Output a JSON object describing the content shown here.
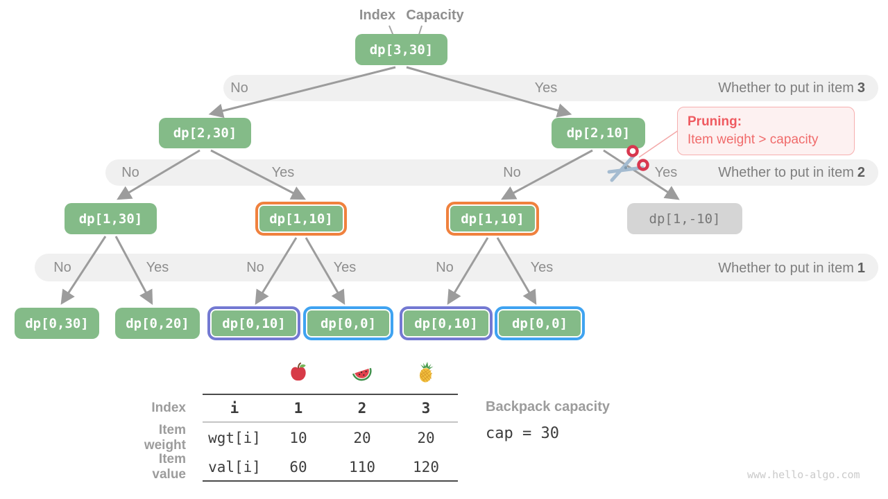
{
  "pointers": {
    "index": "Index",
    "capacity": "Capacity"
  },
  "nodes": {
    "root": "dp[3,30]",
    "n2_30": "dp[2,30]",
    "n2_10": "dp[2,10]",
    "n1_30": "dp[1,30]",
    "n1_10a": "dp[1,10]",
    "n1_10b": "dp[1,10]",
    "n1_neg10": "dp[1,-10]",
    "n0_30": "dp[0,30]",
    "n0_20": "dp[0,20]",
    "n0_10a": "dp[0,10]",
    "n0_0a": "dp[0,0]",
    "n0_10b": "dp[0,10]",
    "n0_0b": "dp[0,0]"
  },
  "bands": [
    {
      "labels": [
        "No",
        "Yes"
      ],
      "question": "Whether to put in item",
      "item": "3"
    },
    {
      "labels": [
        "No",
        "Yes",
        "No",
        "Yes"
      ],
      "question": "Whether to put in item",
      "item": "2"
    },
    {
      "labels": [
        "No",
        "Yes",
        "No",
        "Yes",
        "No",
        "Yes"
      ],
      "question": "Whether to put in item",
      "item": "1"
    }
  ],
  "pruning": {
    "title": "Pruning:",
    "body": "Item weight > capacity"
  },
  "table": {
    "row_headers": [
      "Index",
      "Item weight",
      "Item value"
    ],
    "col_icons": [
      "apple-icon",
      "watermelon-icon",
      "pineapple-icon"
    ],
    "index_row": [
      "i",
      "1",
      "2",
      "3"
    ],
    "weight_row": [
      "wgt[i]",
      "10",
      "20",
      "20"
    ],
    "value_row": [
      "val[i]",
      "60",
      "110",
      "120"
    ]
  },
  "capacity_info": {
    "label": "Backpack capacity",
    "code": "cap = 30"
  },
  "watermark": "www.hello-algo.com",
  "colors": {
    "node_green": "#84bb88",
    "node_gray": "#d5d5d5",
    "accent_orange": "#f0813e",
    "accent_purple": "#7379d2",
    "accent_blue": "#3fa3f1",
    "band_gray": "#f0f0f0",
    "arrow_gray": "#9c9c9c",
    "pruning_red": "#f06b6b"
  }
}
